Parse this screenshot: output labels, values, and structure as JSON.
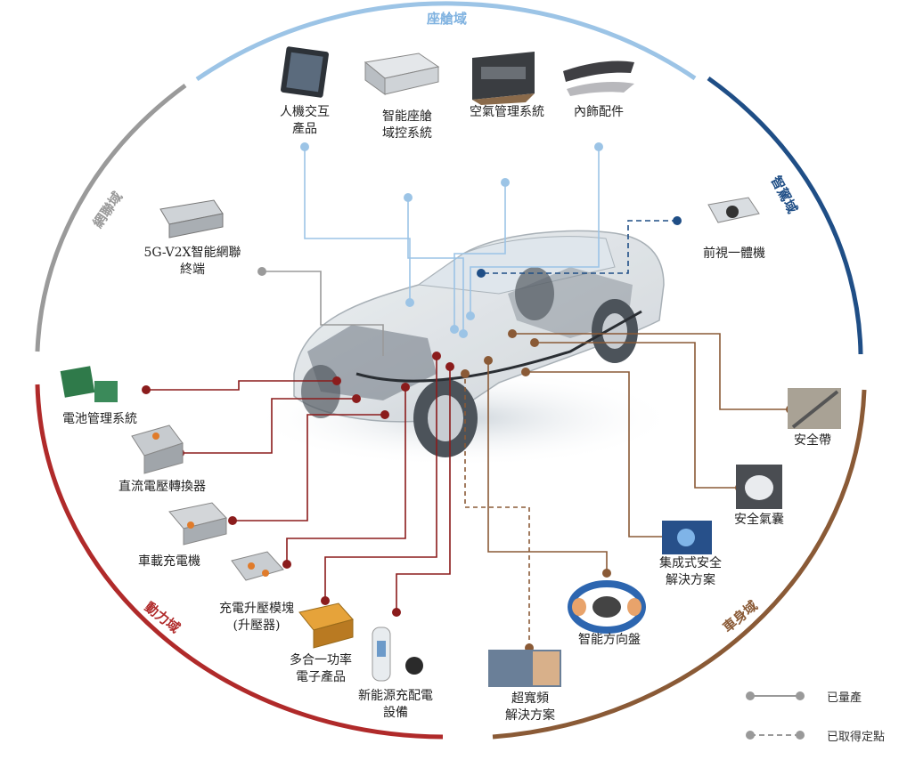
{
  "domains": {
    "cockpit": {
      "label": "座艙域",
      "color": "#9cc4e6"
    },
    "adas": {
      "label": "智駕域",
      "color": "#1f4e86"
    },
    "connectivity": {
      "label": "網聯域",
      "color": "#9a9a9a"
    },
    "powertrain": {
      "label": "動力域",
      "color": "#b02a2a"
    },
    "body": {
      "label": "車身域",
      "color": "#8a5a36"
    }
  },
  "products": {
    "hmi": {
      "line1": "人機交互",
      "line2": "產品"
    },
    "cockpit_ctrl": {
      "line1": "智能座艙",
      "line2": "域控系統"
    },
    "air_mgmt": "空氣管理系統",
    "interior": "內飾配件",
    "front_camera": "前視一體機",
    "tbox": {
      "line1": "5G-V2X智能網聯",
      "line2": "終端"
    },
    "bms": "電池管理系統",
    "dcdc": "直流電壓轉換器",
    "obc": "車載充電機",
    "boost": {
      "line1": "充電升壓模塊",
      "line2": "(升壓器)"
    },
    "power_elec": {
      "line1": "多合一功率",
      "line2": "電子產品"
    },
    "charger": {
      "line1": "新能源充配電",
      "line2": "設備"
    },
    "uwb": {
      "line1": "超寬頻",
      "line2": "解決方案"
    },
    "steering": "智能方向盤",
    "safety_sol": {
      "line1": "集成式安全",
      "line2": "解決方案"
    },
    "airbag": "安全氣囊",
    "seatbelt": "安全帶"
  },
  "legend": {
    "mass_production": "已量產",
    "design_win": "已取得定點"
  }
}
